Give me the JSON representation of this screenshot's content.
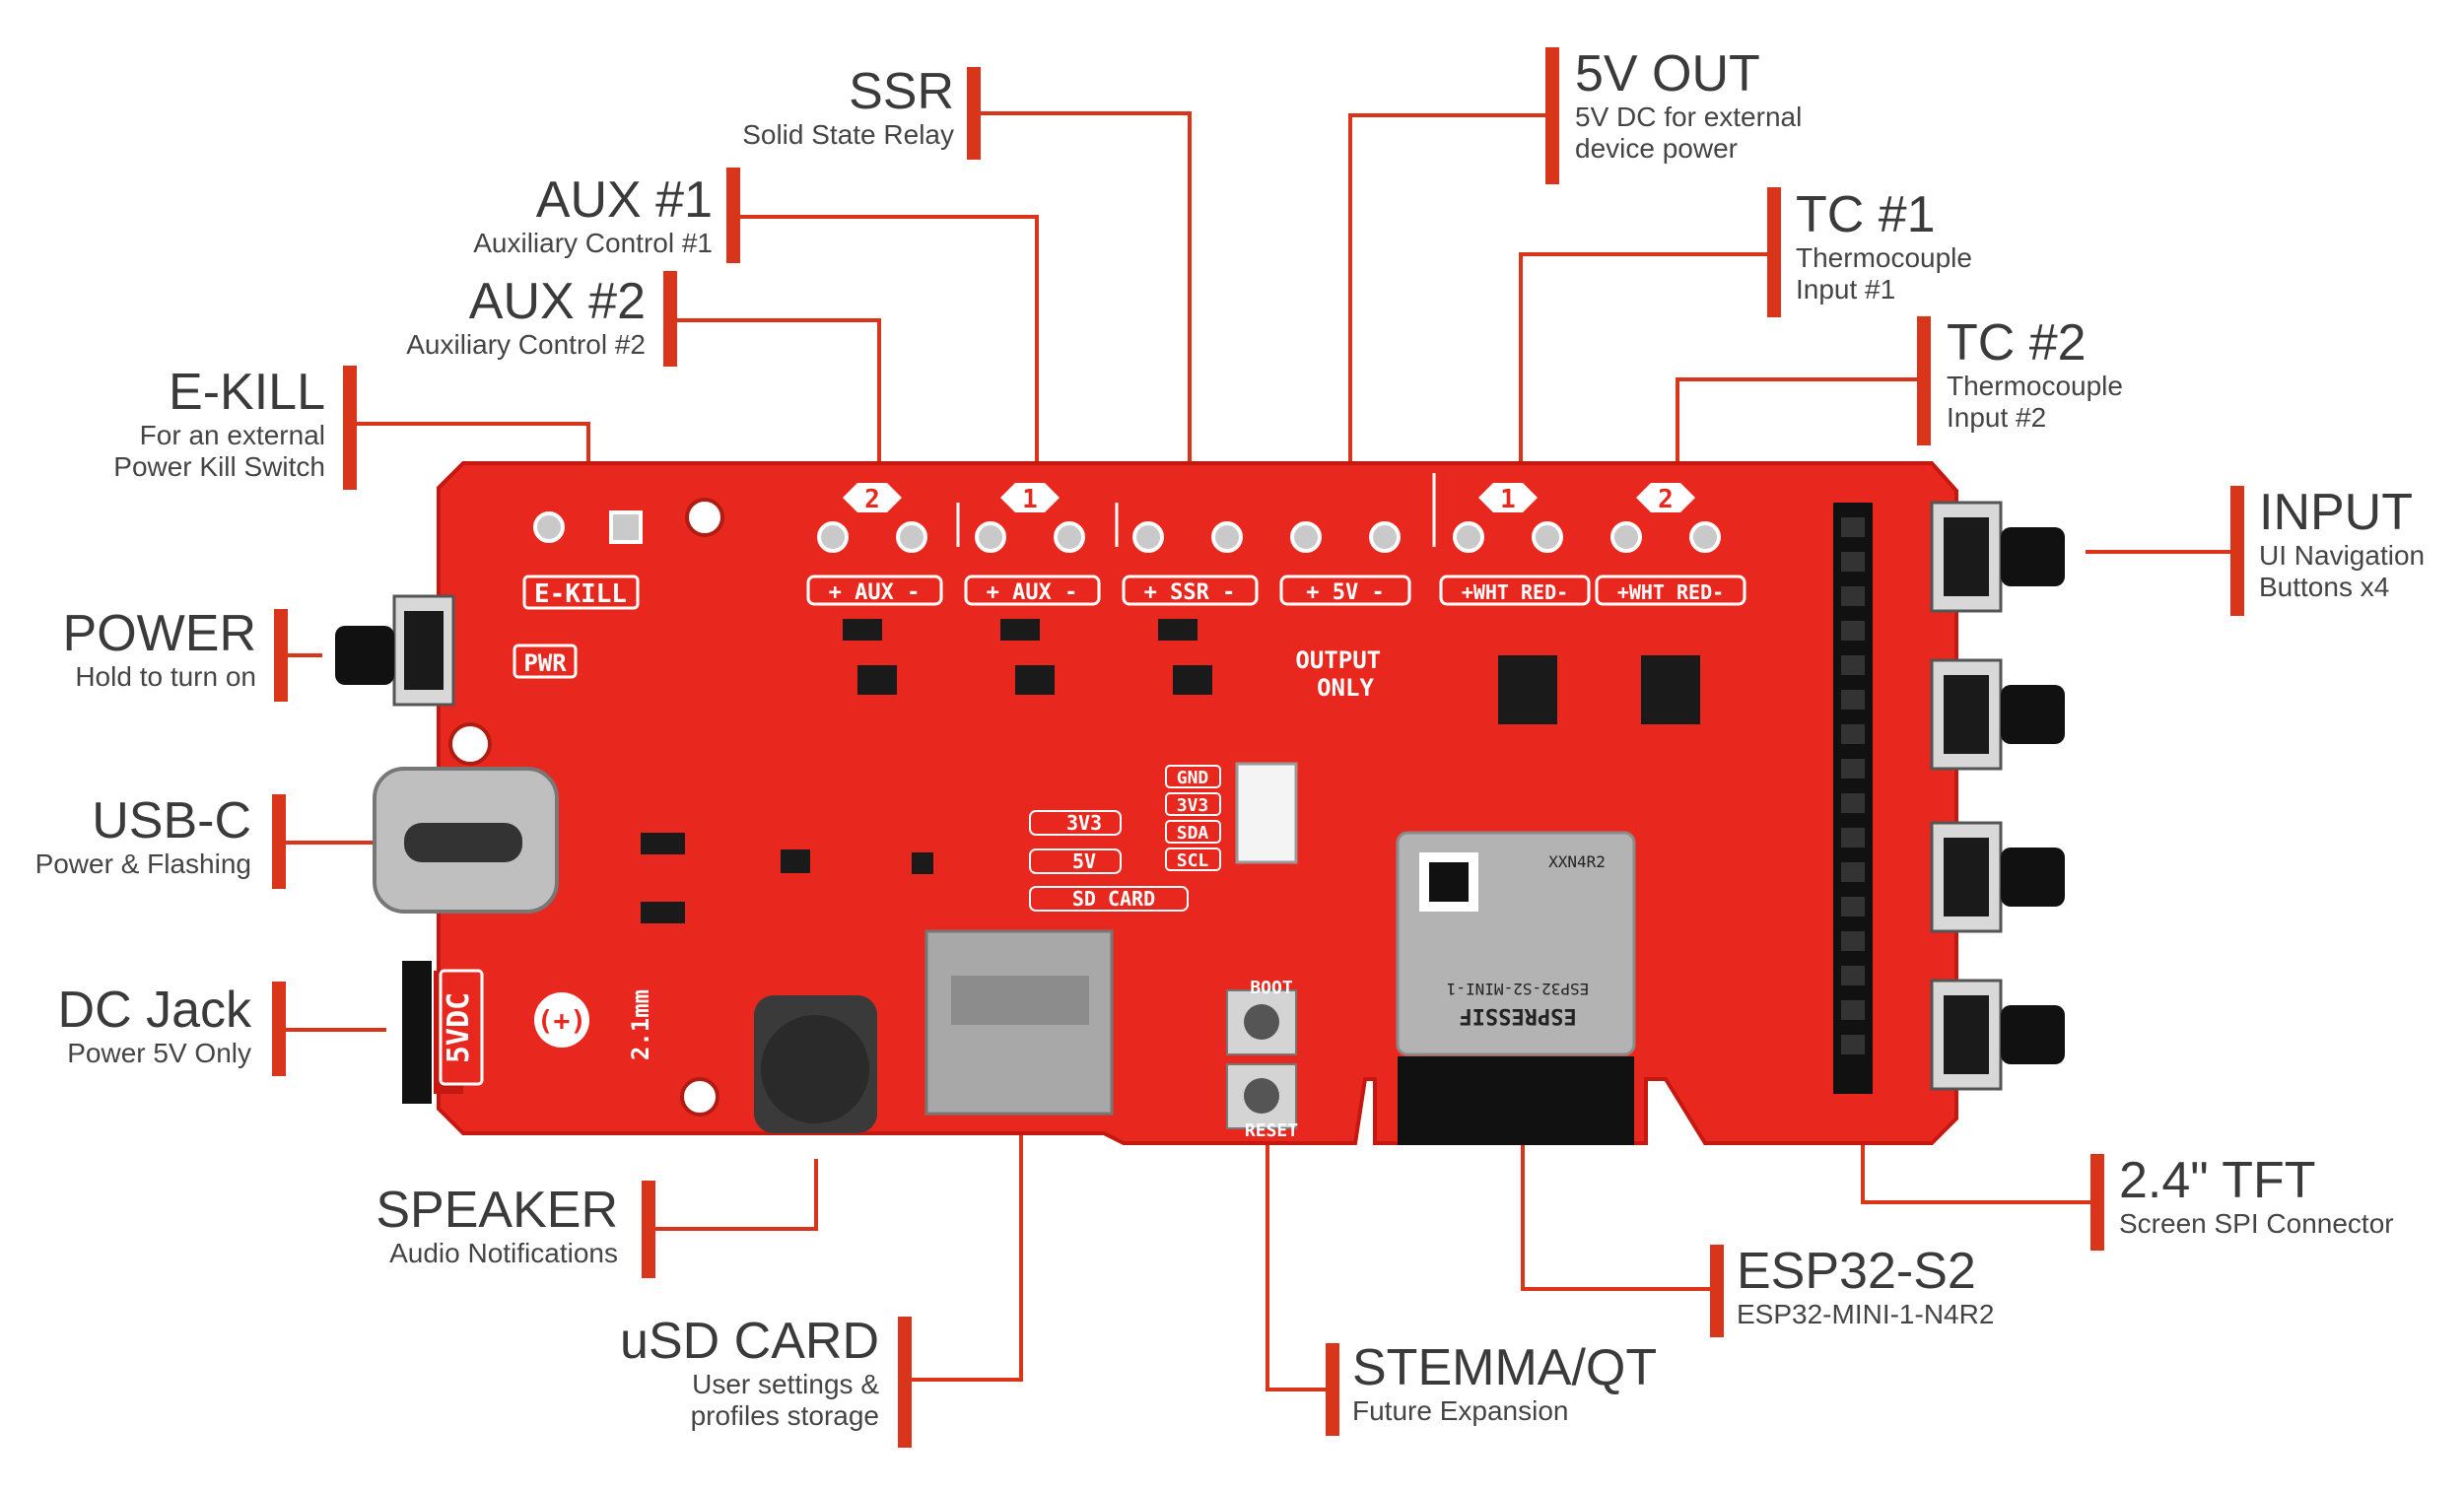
{
  "colors": {
    "board": "#e8281f",
    "board_dark": "#c51810",
    "leader": "#d9351a",
    "silk": "#ffffff",
    "chip": "#1a1a1a",
    "metal": "#a8a8a8",
    "heading": "#3a3a3a"
  },
  "labels": {
    "ssr": {
      "title": "SSR",
      "sub": "Solid State Relay"
    },
    "aux1": {
      "title": "AUX #1",
      "sub": "Auxiliary Control #1"
    },
    "aux2": {
      "title": "AUX #2",
      "sub": "Auxiliary Control #2"
    },
    "ekill": {
      "title": "E-KILL",
      "sub": "For an external\nPower Kill Switch"
    },
    "power": {
      "title": "POWER",
      "sub": "Hold to turn on"
    },
    "usbc": {
      "title": "USB-C",
      "sub": "Power & Flashing"
    },
    "dcjack": {
      "title": "DC Jack",
      "sub": "Power 5V Only"
    },
    "speaker": {
      "title": "SPEAKER",
      "sub": "Audio Notifications"
    },
    "usd": {
      "title": "uSD CARD",
      "sub": "User settings &\nprofiles storage"
    },
    "stemma": {
      "title": "STEMMA/QT",
      "sub": "Future Expansion"
    },
    "esp32": {
      "title": "ESP32-S2",
      "sub": "ESP32-MINI-1-N4R2"
    },
    "tft": {
      "title": "2.4\" TFT",
      "sub": "Screen SPI Connector"
    },
    "input": {
      "title": "INPUT",
      "sub": "UI Navigation\nButtons x4"
    },
    "tc2": {
      "title": "TC #2",
      "sub": "Thermocouple\nInput #2"
    },
    "tc1": {
      "title": "TC #1",
      "sub": "Thermocouple\nInput #1"
    },
    "out5v": {
      "title": "5V OUT",
      "sub": "5V DC for external\ndevice power"
    }
  },
  "silkscreen": {
    "ekill": "E-KILL",
    "pwr": "PWR",
    "aux2_num": "2",
    "aux1_num": "1",
    "tc1_num": "1",
    "tc2_num": "2",
    "aux2_term": "+ AUX -",
    "aux1_term": "+ AUX -",
    "ssr_term": "+ SSR -",
    "out_term": "+ 5V -",
    "tc1_term": "+WHT RED-",
    "tc2_term": "+WHT RED-",
    "output_only": "OUTPUT\nONLY",
    "gnd": "GND",
    "v33": "3V3",
    "sda": "SDA",
    "scl": "SCL",
    "led_3v3": "3V3",
    "led_5v": "5V",
    "led_sd": "SD CARD",
    "vdc": "5VDC",
    "polarity": "(+)",
    "mm": "2.1mm",
    "boot": "BOOT",
    "reset": "RESET",
    "module_brand": "ESPRESSIF",
    "module_model": "ESP32-S2-MINI-1",
    "module_variant": "XXN4R2"
  }
}
